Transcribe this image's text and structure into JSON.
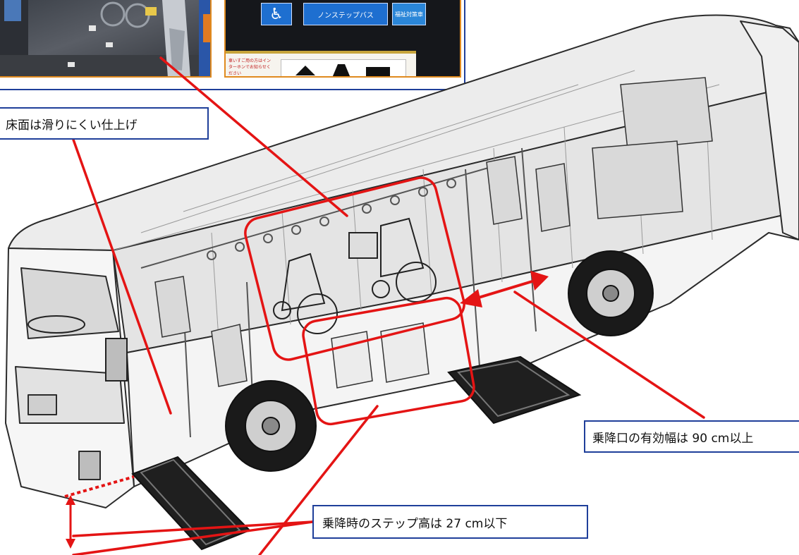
{
  "callouts": {
    "floor": "床面は滑りにくい仕上げ",
    "door": "乗降口の有効幅は 90 cm以上",
    "step": "乗降時のステップ高は 27 cm以下"
  },
  "inset": {
    "nonstep_label": "ノンステップバス",
    "wheelchair_symbol": "♿",
    "barrier_label": "福祉対策車",
    "sign_text": "車いすご用の方はインターホンでお知らせください"
  },
  "colors": {
    "annotation_red": "#e41414",
    "callout_border": "#1f3f9a",
    "photo_border": "#e08a1e",
    "sticker_blue": "#1e6fd0"
  }
}
